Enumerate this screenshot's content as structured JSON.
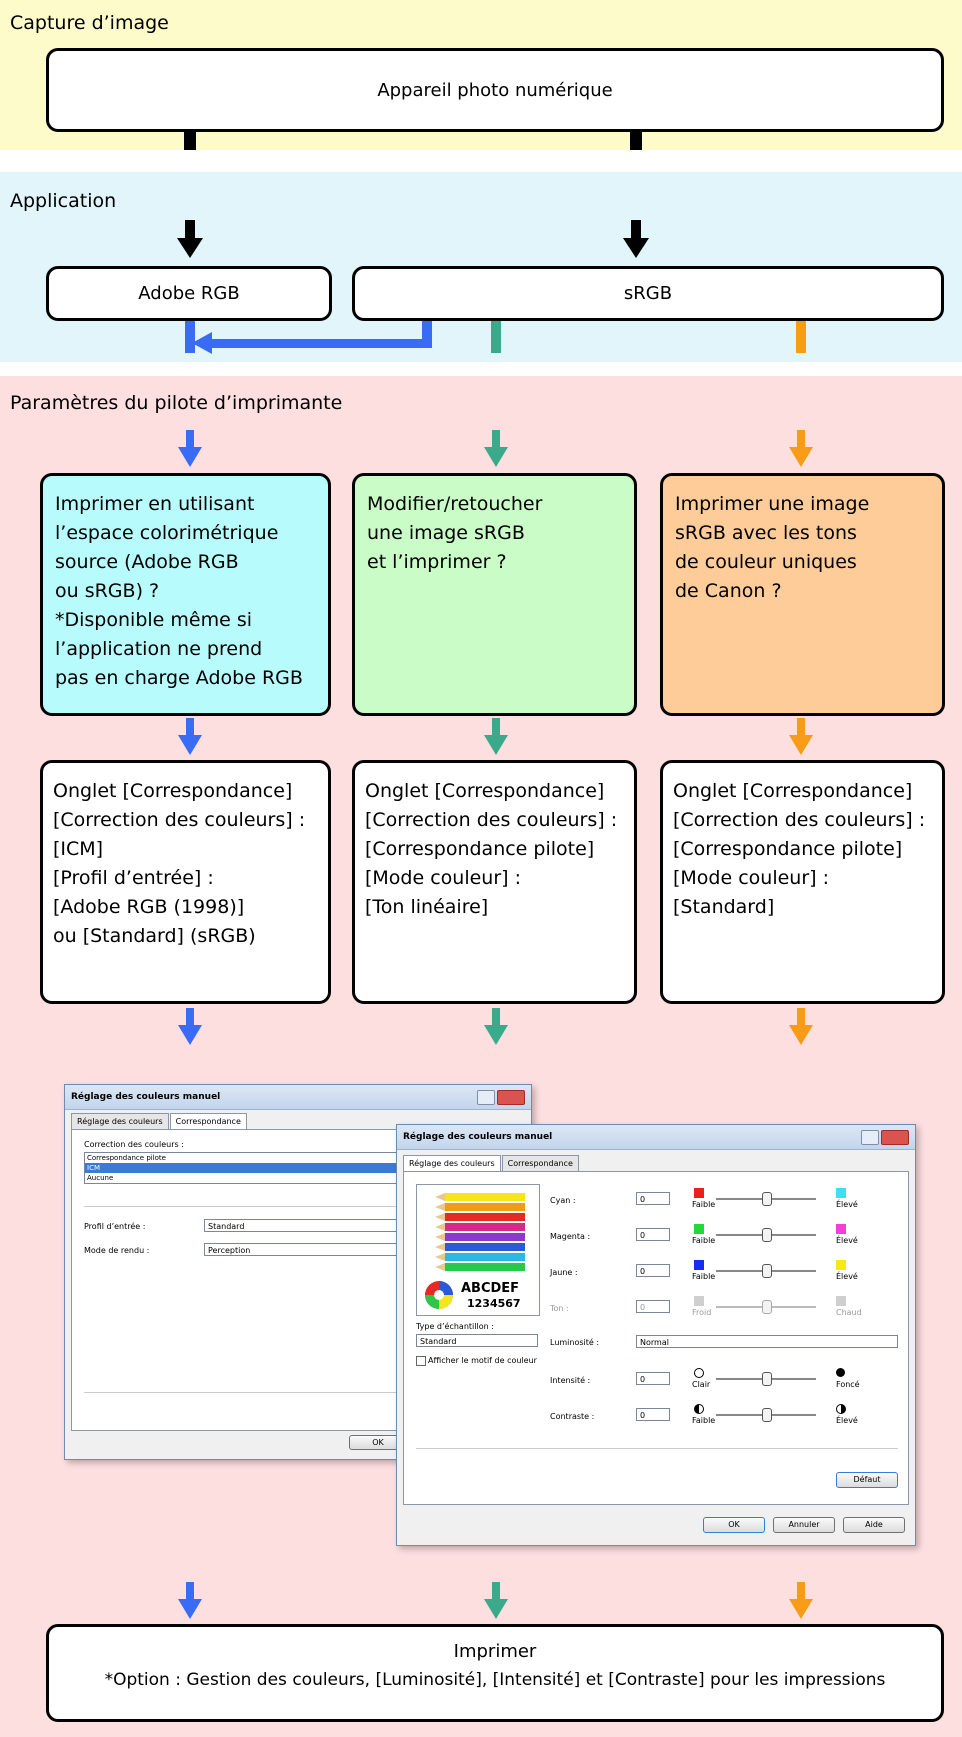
{
  "sections": {
    "capture": "Capture d’image",
    "application": "Application",
    "driver": "Paramètres du pilote d’imprimante"
  },
  "boxes": {
    "camera": "Appareil photo numérique",
    "adobe_rgb": "Adobe RGB",
    "srgb": "sRGB",
    "question_left": "Imprimer en utilisant\nl’espace colorimétrique\nsource (Adobe RGB\nou sRGB) ?\n*Disponible même si\nl’application ne prend\npas en charge Adobe RGB",
    "question_middle": "Modifier/retoucher\nune image sRGB\net l’imprimer ?",
    "question_right": "Imprimer une image\nsRGB avec les tons\nde couleur uniques\nde Canon ?",
    "setting_left": "Onglet [Correspondance]\n[Correction des couleurs] :\n[ICM]\n[Profil d’entrée] :\n[Adobe RGB (1998)]\nou [Standard] (sRGB)",
    "setting_middle": "Onglet [Correspondance]\n[Correction des couleurs] :\n[Correspondance pilote]\n[Mode couleur] :\n[Ton linéaire]",
    "setting_right": "Onglet [Correspondance]\n[Correction des couleurs] :\n[Correspondance pilote]\n[Mode couleur] :\n[Standard]",
    "print_title": "Imprimer",
    "print_note": "*Option : Gestion des couleurs, [Luminosité], [Intensité] et [Contraste] pour les impressions"
  },
  "colors": {
    "blue": "#3a6bf5",
    "green": "#3aaa8a",
    "orange": "#f89c18",
    "black": "#000000"
  },
  "dialog_back": {
    "title": "Réglage des couleurs manuel",
    "tabs": [
      "Réglage des couleurs",
      "Correspondance"
    ],
    "correction_label": "Correction des couleurs :",
    "correction_options": [
      "Correspondance pilote",
      "ICM",
      "Aucune"
    ],
    "input_profile_label": "Profil d’entrée :",
    "input_profile_value": "Standard",
    "render_mode_label": "Mode de rendu :",
    "render_mode_value": "Perception",
    "ok": "OK"
  },
  "dialog_front": {
    "title": "Réglage des couleurs manuel",
    "tabs": [
      "Réglage des couleurs",
      "Correspondance"
    ],
    "preview_text_1": "ABCDEF",
    "preview_text_2": "1234567",
    "sample_type_label": "Type d’échantillon :",
    "sample_type_value": "Standard",
    "show_pattern": "Afficher le motif de couleur",
    "sliders": [
      {
        "label": "Cyan :",
        "value": "0",
        "left": "Faible",
        "right": "Élevé",
        "left_color": "#e8201e",
        "right_color": "#3ee0f0"
      },
      {
        "label": "Magenta :",
        "value": "0",
        "left": "Faible",
        "right": "Élevé",
        "left_color": "#22d83a",
        "right_color": "#f040d8"
      },
      {
        "label": "Jaune :",
        "value": "0",
        "left": "Faible",
        "right": "Élevé",
        "left_color": "#1a2cf0",
        "right_color": "#f8e818"
      },
      {
        "label": "Ton :",
        "value": "0",
        "left": "Froid",
        "right": "Chaud",
        "left_color": "#cfcfcf",
        "right_color": "#cfcfcf"
      }
    ],
    "brightness_label": "Luminosité :",
    "brightness_value": "Normal",
    "intensity": {
      "label": "Intensité :",
      "value": "0",
      "left": "Clair",
      "right": "Foncé"
    },
    "contrast": {
      "label": "Contraste :",
      "value": "0",
      "left": "Faible",
      "right": "Élevé"
    },
    "default_button": "Défaut",
    "ok": "OK",
    "cancel": "Annuler",
    "help": "Aide"
  }
}
